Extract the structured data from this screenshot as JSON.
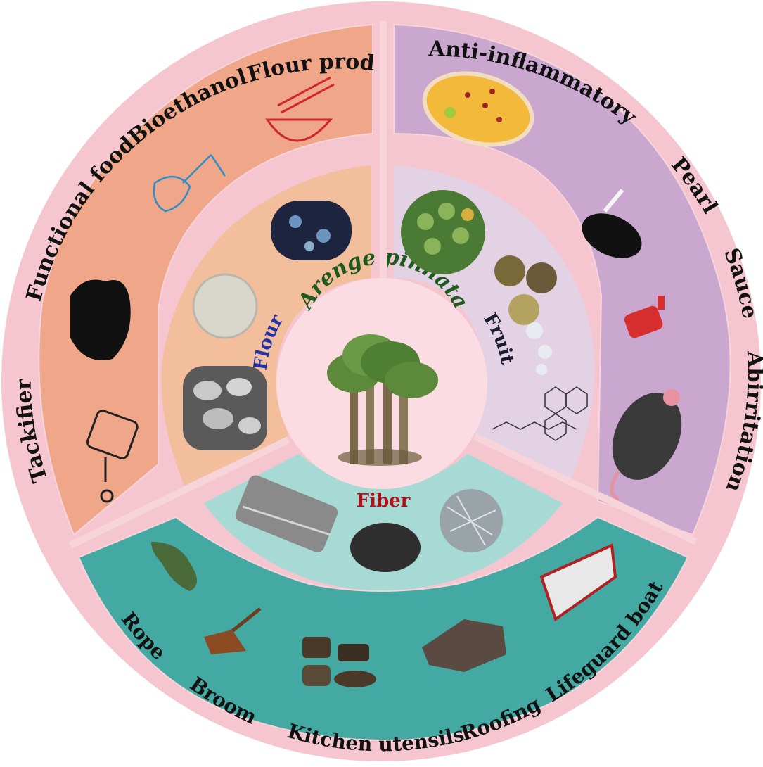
{
  "center": {
    "title": "Arenge pinnata"
  },
  "inner": {
    "flour": "Flour",
    "fruit": "Fruit",
    "fiber": "Fiber"
  },
  "outer": {
    "flour_applications": {
      "items": [
        "Tackifier",
        "Functional food",
        "Bioethanol",
        "Flour product"
      ]
    },
    "fruit_applications": {
      "items": [
        "Anti-inflammatory",
        "Pearl",
        "Sauce",
        "Abirritation"
      ]
    },
    "fiber_applications": {
      "items": [
        "Rope",
        "Broom",
        "Kitchen utensils",
        "Roofing",
        "Lifeguard boat"
      ]
    }
  },
  "icons": [
    "noodle-bowl-icon",
    "ethanol-molecule-icon",
    "muscle-arm-icon",
    "glue-bottle-icon",
    "anti-inflammatory-cell-icon",
    "pearl-spoon-icon",
    "sauce-bottle-icon",
    "mouse-icon",
    "rope-icon",
    "broom-icon",
    "kitchen-utensils-icon",
    "roofing-icon",
    "boat-icon",
    "palm-tree-icon",
    "flour-dish-icon",
    "starch-granules-icon",
    "starch-polarized-icon",
    "palm-fruit-bunch-icon",
    "fruit-seeds-icon",
    "chemical-structure-icon",
    "fiber-sem-icon",
    "fiber-bundle-icon",
    "fiber-mesh-icon"
  ],
  "colors": {
    "ring": "#f5c6cf",
    "flour_outer": "#f0a789",
    "fruit_outer": "#c9a7cf",
    "fiber_outer": "#44a9a3",
    "flour_inner": "#f2be9c",
    "fruit_inner": "#e2d2e4",
    "fiber_inner": "#a7dad4",
    "center": "#fbdce2",
    "flour_label": "#2233aa",
    "fruit_label": "#1a1a2e",
    "fiber_label": "#b0101a",
    "center_label": "#1e5a1e"
  }
}
